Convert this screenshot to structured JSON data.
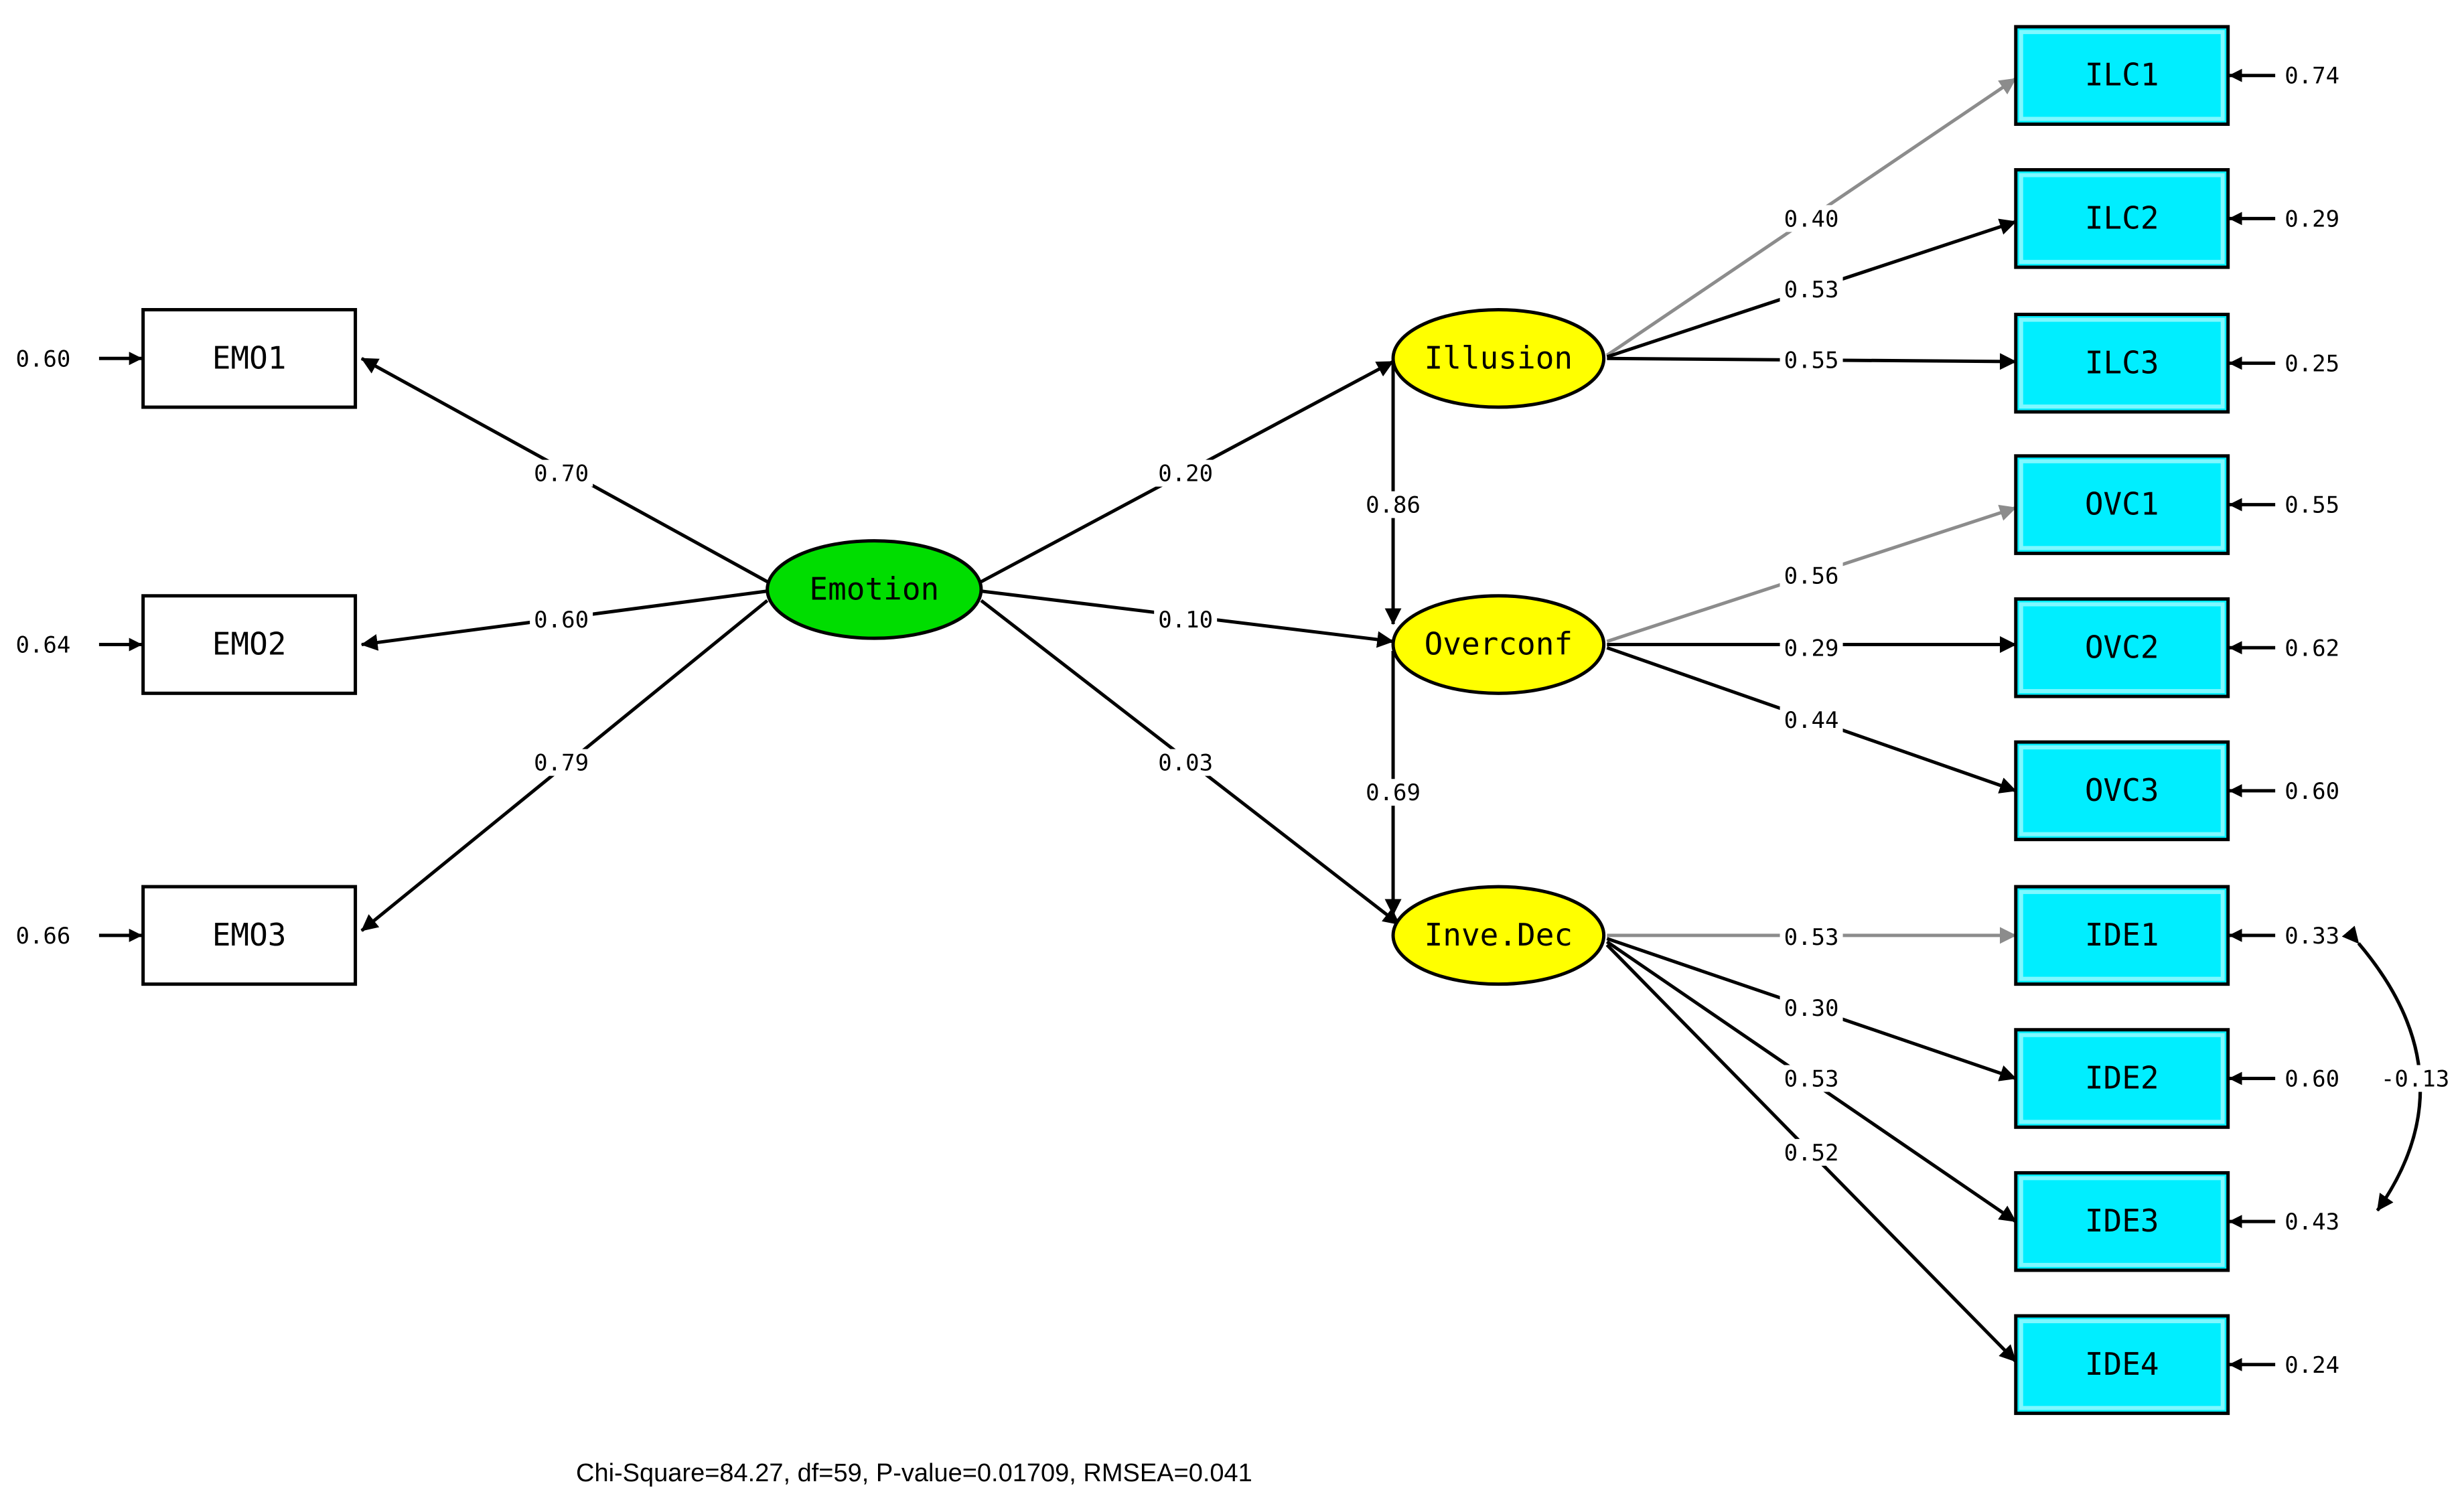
{
  "colors": {
    "exogenous_latent": "#00dd00",
    "endogenous_latent": "#ffff00",
    "indicator_cyan": "#00eeff",
    "indicator_white": "#ffffff",
    "path_black": "#000000",
    "path_gray": "#8c8c8c"
  },
  "latents": [
    {
      "id": "emotion",
      "label": "Emotion",
      "fill": "#00dd00"
    },
    {
      "id": "illusion",
      "label": "Illusion",
      "fill": "#ffff00"
    },
    {
      "id": "overconf",
      "label": "Overconf",
      "fill": "#ffff00"
    },
    {
      "id": "invedec",
      "label": "Inve.Dec",
      "fill": "#ffff00"
    }
  ],
  "indicators": [
    {
      "id": "EMO1",
      "label": "EMO1",
      "style": "white",
      "error": "0.60"
    },
    {
      "id": "EMO2",
      "label": "EMO2",
      "style": "white",
      "error": "0.64"
    },
    {
      "id": "EMO3",
      "label": "EMO3",
      "style": "white",
      "error": "0.66"
    },
    {
      "id": "ILC1",
      "label": "ILC1",
      "style": "cyan",
      "error": "0.74"
    },
    {
      "id": "ILC2",
      "label": "ILC2",
      "style": "cyan",
      "error": "0.29"
    },
    {
      "id": "ILC3",
      "label": "ILC3",
      "style": "cyan",
      "error": "0.25"
    },
    {
      "id": "OVC1",
      "label": "OVC1",
      "style": "cyan",
      "error": "0.55"
    },
    {
      "id": "OVC2",
      "label": "OVC2",
      "style": "cyan",
      "error": "0.62"
    },
    {
      "id": "OVC3",
      "label": "OVC3",
      "style": "cyan",
      "error": "0.60"
    },
    {
      "id": "IDE1",
      "label": "IDE1",
      "style": "cyan",
      "error": "0.33"
    },
    {
      "id": "IDE2",
      "label": "IDE2",
      "style": "cyan",
      "error": "0.60"
    },
    {
      "id": "IDE3",
      "label": "IDE3",
      "style": "cyan",
      "error": "0.43"
    },
    {
      "id": "IDE4",
      "label": "IDE4",
      "style": "cyan",
      "error": "0.24"
    }
  ],
  "paths": [
    {
      "from": "emotion",
      "to": "EMO1",
      "coef": "0.70",
      "color": "black"
    },
    {
      "from": "emotion",
      "to": "EMO2",
      "coef": "0.60",
      "color": "black"
    },
    {
      "from": "emotion",
      "to": "EMO3",
      "coef": "0.79",
      "color": "black"
    },
    {
      "from": "emotion",
      "to": "illusion",
      "coef": "0.20",
      "color": "black"
    },
    {
      "from": "emotion",
      "to": "overconf",
      "coef": "0.10",
      "color": "black"
    },
    {
      "from": "emotion",
      "to": "invedec",
      "coef": "0.03",
      "color": "black"
    },
    {
      "from": "illusion",
      "to": "overconf",
      "coef": "0.86",
      "color": "black"
    },
    {
      "from": "overconf",
      "to": "invedec",
      "coef": "0.69",
      "color": "black"
    },
    {
      "from": "illusion",
      "to": "ILC1",
      "coef": "0.40",
      "color": "gray"
    },
    {
      "from": "illusion",
      "to": "ILC2",
      "coef": "0.53",
      "color": "black"
    },
    {
      "from": "illusion",
      "to": "ILC3",
      "coef": "0.55",
      "color": "black"
    },
    {
      "from": "overconf",
      "to": "OVC1",
      "coef": "0.56",
      "color": "gray"
    },
    {
      "from": "overconf",
      "to": "OVC2",
      "coef": "0.29",
      "color": "black"
    },
    {
      "from": "overconf",
      "to": "OVC3",
      "coef": "0.44",
      "color": "black"
    },
    {
      "from": "invedec",
      "to": "IDE1",
      "coef": "0.53",
      "color": "gray"
    },
    {
      "from": "invedec",
      "to": "IDE2",
      "coef": "0.30",
      "color": "black"
    },
    {
      "from": "invedec",
      "to": "IDE3",
      "coef": "0.53",
      "color": "black"
    },
    {
      "from": "invedec",
      "to": "IDE4",
      "coef": "0.52",
      "color": "black"
    }
  ],
  "covariances": [
    {
      "a": "IDE1",
      "b": "IDE3",
      "coef": "-0.13"
    }
  ],
  "fit_statistics": "Chi-Square=84.27, df=59, P-value=0.01709, RMSEA=0.041"
}
